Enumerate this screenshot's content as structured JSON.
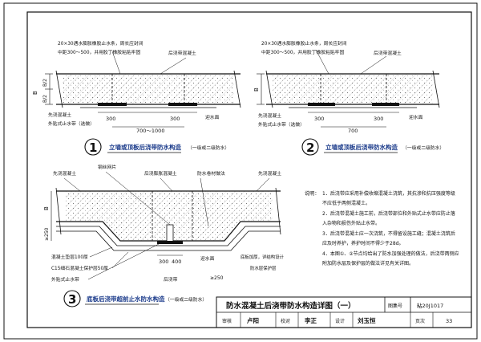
{
  "sheet": {
    "drawing_title": "防水混凝土后浇带防水构造详图（一）",
    "atlas_no_label": "图集号",
    "atlas_no": "粘20J1017",
    "review_label": "审核",
    "review_sign": "卢阳",
    "check_label": "校对",
    "check_sign": "李正",
    "design_label": "设计",
    "design_sign": "刘玉恒",
    "page_label": "页次",
    "page_no": "33"
  },
  "detail1": {
    "num": "1",
    "title": "立墙或顶板后浇带防水构造",
    "grade": "（一级或二级防水）",
    "note1": "20×30遇水膨胀橡胶止水条，周长应封闭",
    "note2": "中距300～500，并用胶丁橡胶粘贴牢固",
    "backfill": "后浇带混凝土",
    "dim_b": "B",
    "dim_b2a": "B/2",
    "dim_b2b": "B/2",
    "label_concrete": "先浇混凝土",
    "label_waterstop": "外贴式止水带（选做）",
    "label_side": "迎水面",
    "dim_300a": "300",
    "dim_300b": "300",
    "dim_700": "700～1000"
  },
  "detail2": {
    "num": "2",
    "title": "立墙或顶板后浇带防水构造",
    "grade": "（一级或二级防水）",
    "note1": "20×30遇水膨胀橡胶止水条，周长应封闭",
    "note2": "中距300～500，并用胶丁橡胶粘贴牢固",
    "backfill": "后浇带混凝土",
    "dim_b": "B",
    "label_concrete": "先浇混凝土",
    "label_waterstop": "外贴式止水带（选做）",
    "label_side": "迎水面",
    "dim_300a": "300",
    "dim_300b": "300",
    "dim_700": "700"
  },
  "detail3": {
    "num": "3",
    "title": "底板后浇带超前止水防水构造",
    "grade": "（一级或二级防水）",
    "label_concrete_l": "先浇混凝土",
    "label_mesh": "钢丝网片",
    "label_backfill": "后浇膨胀混凝土",
    "label_membrane": "防水卷材做法",
    "label_concrete_r": "先浇混凝土",
    "dim_b": "B",
    "dim_250a": "≥250",
    "dim_250b": "≥250",
    "label_cushion": "混凝土垫层100厚",
    "label_c15": "C15细石混凝土保护层50厚",
    "label_waterstop": "外贴式止水带",
    "label_side": "迎水面",
    "dim_300": "300",
    "dim_400": "400",
    "label_backfill_bottom": "后浇带",
    "label_thicken": "底板加厚，详结构设计",
    "label_protect": "防水层保护层"
  },
  "notes": {
    "heading": "说明：",
    "items": [
      "1．后浇带应采用补偿收缩混凝土浇筑，其抗渗和抗压强度等级",
      "   不应低于两侧混凝土。",
      "2．后浇带混凝土施工前，后浇带部位和外贴式止水带应防止落",
      "   入杂物和损伤外贴止水带。",
      "3．后浇带混凝土应一次浇筑，不得留设施工缝；混凝土浇筑后",
      "   应及时养护，养护时间不得少于28d。",
      "4．本图①、②节点均给出了防水加强处理的做法，后浇带两侧应",
      "   附加防水层及保护层的做法详见有关详图。"
    ]
  }
}
